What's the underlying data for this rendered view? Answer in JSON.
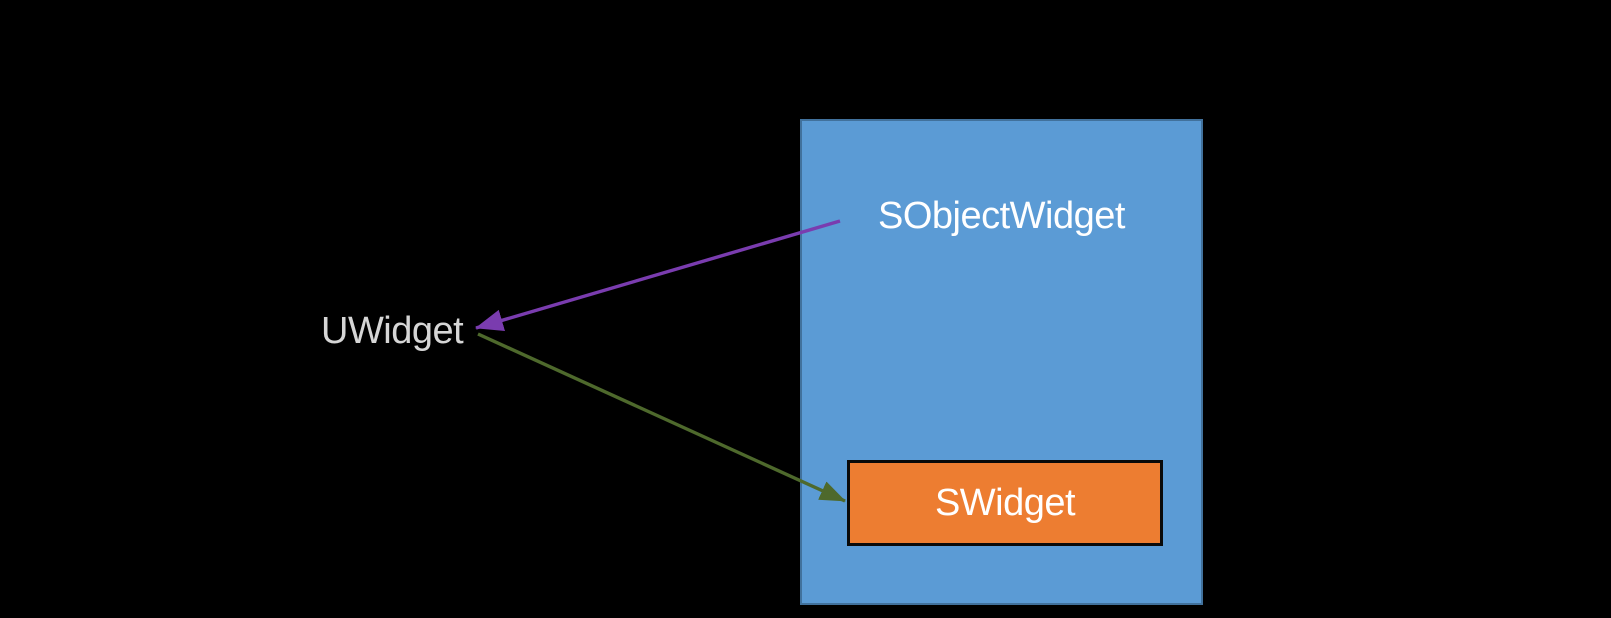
{
  "nodes": {
    "sobjectwidget": {
      "label": "SObjectWidget"
    },
    "swidget": {
      "label": "SWidget"
    },
    "uwidget": {
      "label": "UWidget"
    }
  },
  "edges": [
    {
      "id": "sobjectwidget-to-uwidget",
      "from": "SObjectWidget",
      "to": "UWidget",
      "color_key": "purple_arrow"
    },
    {
      "id": "uwidget-to-swidget",
      "from": "UWidget",
      "to": "SWidget",
      "color_key": "green_arrow"
    }
  ],
  "colors": {
    "background": "#000000",
    "container_fill": "#5B9BD5",
    "container_border": "#41719C",
    "inner_fill": "#ED7D31",
    "inner_border": "#0A0A0A",
    "box_label_text": "#FFFFFF",
    "uwidget_text": "#D6D6D6",
    "purple_arrow": "#7A3CAF",
    "green_arrow": "#4E692C"
  }
}
